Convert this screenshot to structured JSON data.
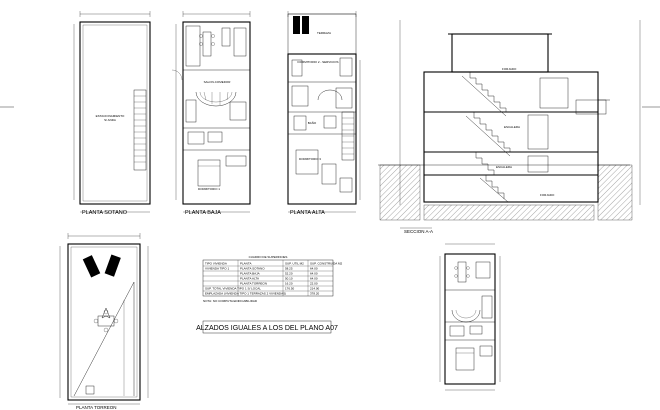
{
  "plans": {
    "sotano": {
      "title": "PLANTA SOTANO",
      "room": "ESTACIONAMIENTO",
      "room_sub": "S/ ANDA"
    },
    "baja": {
      "title": "PLANTA BAJA",
      "room_living": "SALON-COMEDOR",
      "room_bed": "DORMITORIO 1"
    },
    "alta": {
      "title": "PLANTA ALTA",
      "room_bed2": "DORMITORIO 2 - SERVICIOS",
      "room_bath": "BAÑO",
      "room_bed3": "DORMITORIO 3",
      "room_terrace": "TERRAZA"
    },
    "torreon": {
      "title": "PLANTA TORREON"
    },
    "seccion": {
      "title": "SECCION A-A",
      "labels": [
        "FORJADO",
        "ESCALERA",
        "ESCALERA",
        "FORJADO"
      ]
    }
  },
  "surface_table": {
    "title": "CUADRO DE SUPERFICIES",
    "headers": [
      "TIPO VIVIENDA",
      "PLANTA",
      "SUP. UTIL M2",
      "SUP. CONSTRUIDA M2"
    ],
    "rows": [
      [
        "VIVIENDA TIPO 1",
        "PLANTA SOTANO",
        "58.25",
        "64.00"
      ],
      [
        "",
        "PLANTA BAJA",
        "52.20",
        "64.00"
      ],
      [
        "",
        "PLANTA ALTA",
        "50.10",
        "64.00"
      ],
      [
        "",
        "PLANTA TORREON",
        "16.20",
        "22.00"
      ],
      [
        "",
        "SUP. TOTAL VIVIENDA TIPO 1 S/ LOCAL",
        "176.50",
        "214.00"
      ],
      [
        "",
        "EMPLAZADA (VIVIENDA TIPO 1 TERRAZAS 2 VIVIENDAS)",
        "",
        "378.20"
      ]
    ],
    "note": "NOTA: NO COMPUTA EDIFICABILIDAD"
  },
  "banner": "ALZADOS IGUALES A LOS DEL PLANO A07"
}
